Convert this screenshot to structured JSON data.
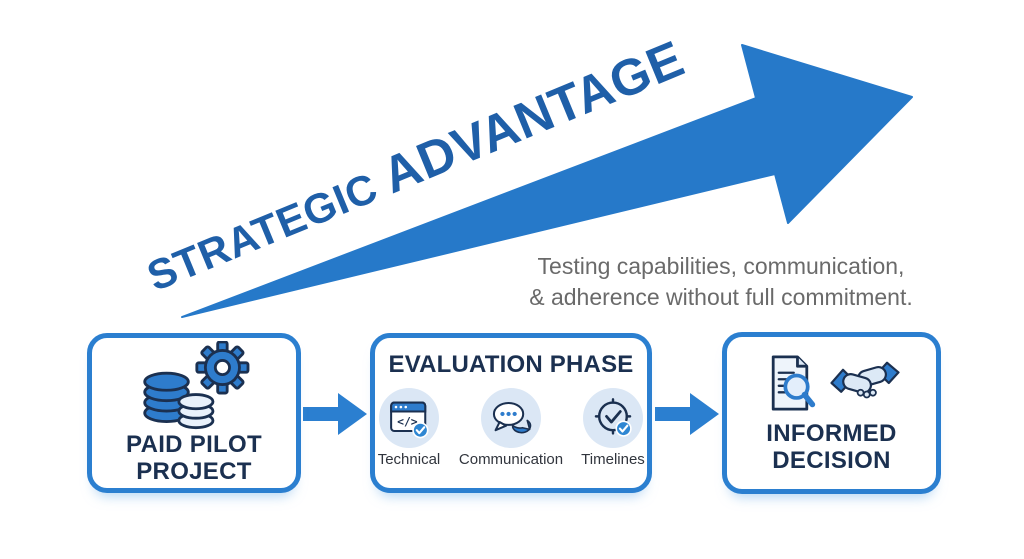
{
  "hero": {
    "title": {
      "word1": "STRATEGIC",
      "word2": "ADVANTAGE"
    },
    "subtitle_line1": "Testing capabilities, communication,",
    "subtitle_line2": "& adherence without full commitment.",
    "arrow_icon": "upward-trend-arrow-icon"
  },
  "flow": {
    "connector_icon": "right-arrow-icon",
    "boxes": [
      {
        "name": "paid-pilot-project",
        "line1": "PAID PILOT",
        "line2": "PROJECT",
        "icons": [
          "coins-stack-icon",
          "gear-icon"
        ]
      },
      {
        "name": "evaluation-phase",
        "title": "EVALUATION PHASE",
        "criteria": [
          {
            "label": "Technical",
            "icon": "code-window-check-icon"
          },
          {
            "label": "Communication",
            "icon": "chat-bubbles-icon"
          },
          {
            "label": "Timelines",
            "icon": "clock-check-icon"
          }
        ]
      },
      {
        "name": "informed-decision",
        "line1": "INFORMED",
        "line2": "DECISION",
        "icons": [
          "document-search-icon",
          "handshake-icon"
        ]
      }
    ]
  },
  "icons": {
    "code_glyph": "</>"
  },
  "colors": {
    "arrow_blue": "#2679c9",
    "box_border_blue": "#2b7fd0",
    "title_blue": "#1f5fa8",
    "navy_text": "#1b3050",
    "subtitle_gray": "#6a6a6a",
    "icon_circle_bg": "#dbe7f5",
    "icon_light_fill": "#e9f1fb",
    "check_badge_blue": "#2e86d2"
  }
}
